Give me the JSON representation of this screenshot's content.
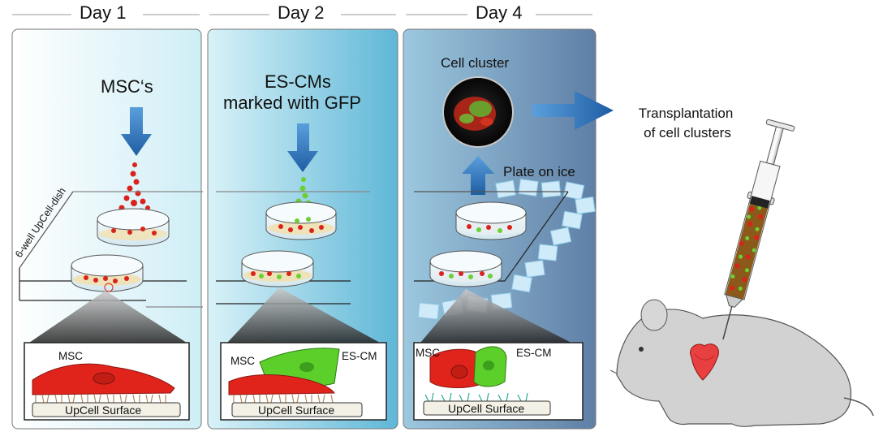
{
  "headers": {
    "day1": "Day 1",
    "day2": "Day 2",
    "day4": "Day 4"
  },
  "panel1": {
    "input": "MSC‘s",
    "dish_label": "6-well UpCell-dish",
    "cell": "MSC",
    "surface": "UpCell Surface"
  },
  "panel2": {
    "input_line1": "ES-CMs",
    "input_line2": "marked with GFP",
    "cell1": "MSC",
    "cell2": "ES-CM",
    "surface": "UpCell Surface"
  },
  "panel3": {
    "cluster": "Cell cluster",
    "plate": "Plate on ice",
    "cell1": "MSC",
    "cell2": "ES-CM",
    "surface": "UpCell Surface"
  },
  "transplant": {
    "line1": "Transplantation",
    "line2": "of cell clusters"
  },
  "colors": {
    "msc_red": "#e0241c",
    "escm_green": "#5ccf2a",
    "arrow_blue": "#2e6fb8",
    "ice_blue": "#bfe4f7"
  }
}
